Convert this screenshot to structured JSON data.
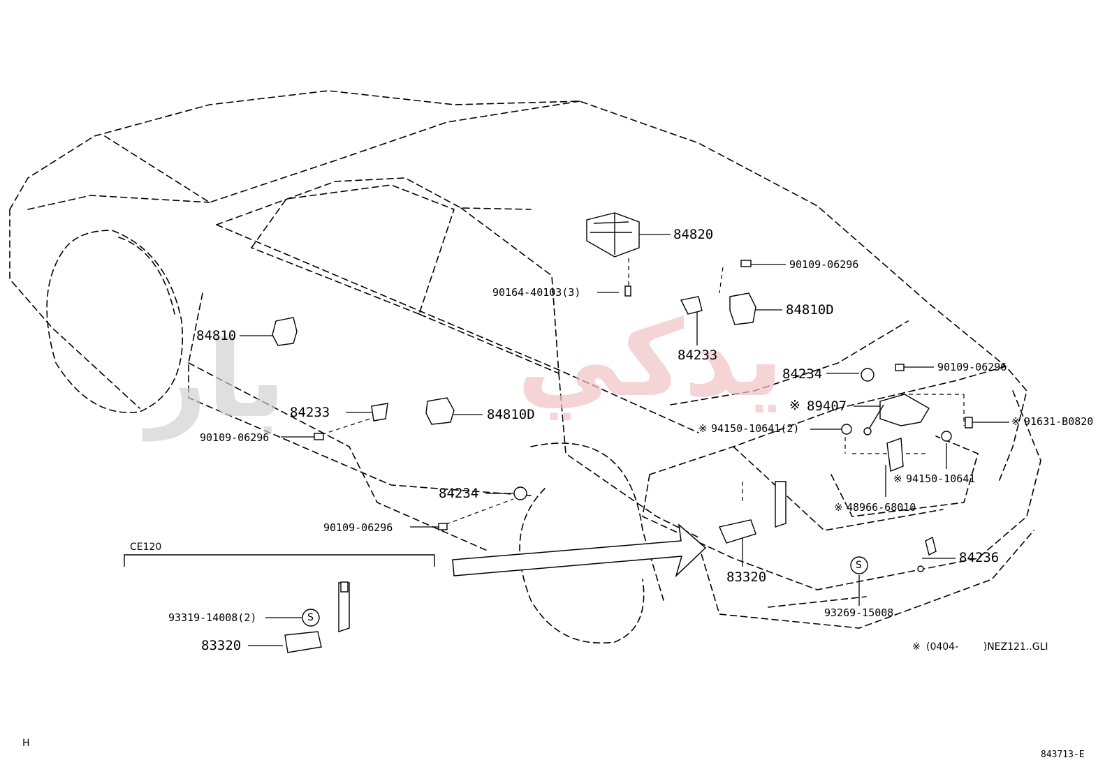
{
  "labels": {
    "p84820": "84820",
    "p90164": "90164-40103(3)",
    "p90109_a": "90109-06296",
    "p84810D_r": "84810D",
    "p84233_r": "84233",
    "p84234_r": "84234",
    "p90109_b": "90109-06296",
    "p89407": "89407",
    "p94150_2": "94150-10641(2)",
    "p91631": "91631-B0820",
    "p94150": "94150-10641",
    "p48966": "48966-68010",
    "p83320_main": "83320",
    "p84236": "84236",
    "p93269": "93269-15008",
    "p84810": "84810",
    "p84233_l": "84233",
    "p90109_c": "90109-06296",
    "p84810D_l": "84810D",
    "p84234_l": "84234",
    "p90109_d": "90109-06296",
    "ce120": "CE120",
    "p93319": "93319-14008(2)",
    "p83320_ce": "83320"
  },
  "marks": {
    "note_symbol": "※",
    "s_badge": "S"
  },
  "note": {
    "text": "(0404-        )NEZ121..GLI"
  },
  "footer": {
    "corner_letter": "H",
    "diagram_code": "843713-E"
  },
  "watermark": {
    "text_grey": "ﺑﺎﺭ",
    "text_red": "ﻳﺪﻛﻲ",
    "color_grey": "#c8c8c8",
    "color_red": "#f2c7c9"
  }
}
